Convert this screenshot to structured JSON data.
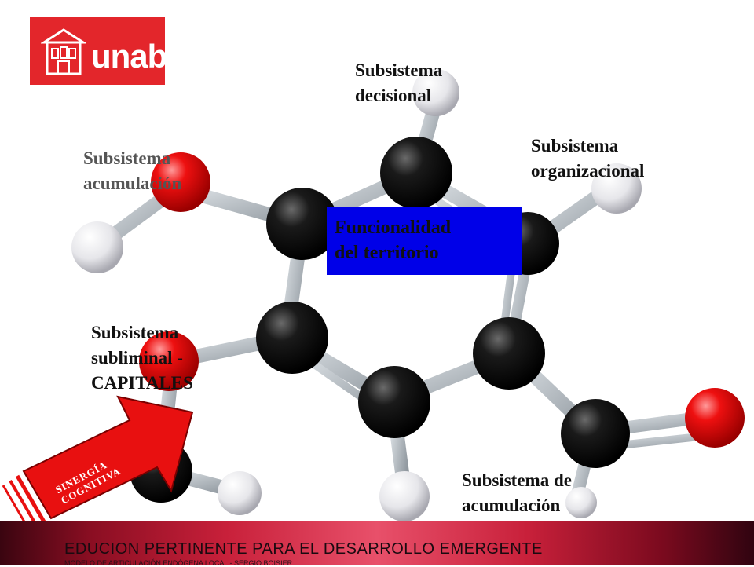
{
  "logo": {
    "text": "unab"
  },
  "labels": {
    "decisional": [
      "Subsistema",
      "decisional"
    ],
    "organizacional": [
      "Subsistema",
      "organizacional"
    ],
    "acumulacion_left": [
      "Subsistema",
      "acumulación"
    ],
    "subliminal": [
      "Subsistema",
      "subliminal -",
      "CAPITALES"
    ],
    "acumulacion_bottom": [
      "Subsistema de",
      "acumulación"
    ]
  },
  "center": {
    "lines": [
      "Funcionalidad",
      "del territorio"
    ]
  },
  "arrow": {
    "lines": [
      "SINERGÍA",
      "COGNITIVA"
    ]
  },
  "footer": {
    "title": "EDUCION PERTINENTE PARA EL DESARROLLO EMERGENTE",
    "subtitle": "MODELO DE ARTICULACIÓN ENDÓGENA LOCAL - SERGIO BOISIER"
  },
  "colors": {
    "carbon": "#0a0a0a",
    "oxygen": "#e01010",
    "hydrogen": "#e8e8ea",
    "bond": "#b8bfc6",
    "logo_red": "#e3262b",
    "center_box": "#0000e8",
    "arrow_red": "#e81010"
  }
}
